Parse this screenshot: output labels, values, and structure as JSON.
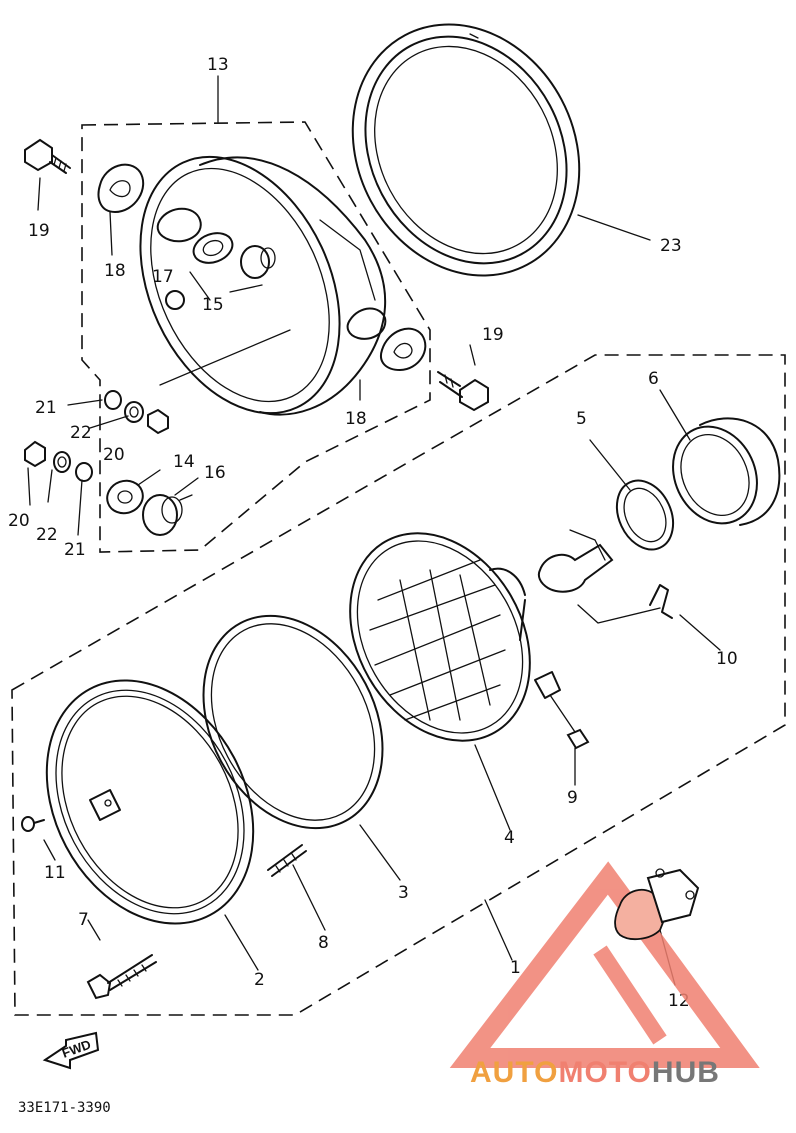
{
  "diagram": {
    "part_code": "33E171-3390",
    "direction_label": "FWD",
    "callouts": {
      "c1": "1",
      "c2": "2",
      "c3": "3",
      "c4": "4",
      "c5": "5",
      "c6": "6",
      "c7": "7",
      "c8": "8",
      "c9": "9",
      "c10": "10",
      "c11": "11",
      "c12": "12",
      "c13": "13",
      "c14": "14",
      "c15": "15",
      "c16": "16",
      "c17": "17",
      "c18a": "18",
      "c18b": "18",
      "c19a": "19",
      "c19b": "19",
      "c20a": "20",
      "c20b": "20",
      "c21a": "21",
      "c21b": "21",
      "c22a": "22",
      "c22b": "22",
      "c23": "23"
    }
  },
  "watermark": {
    "brand_part1": "AUTO",
    "brand_part2": "MOTO",
    "brand_part3": "HUB",
    "colors": {
      "accent": "#f08070",
      "orange": "#f0a040",
      "gray": "#777777"
    }
  }
}
